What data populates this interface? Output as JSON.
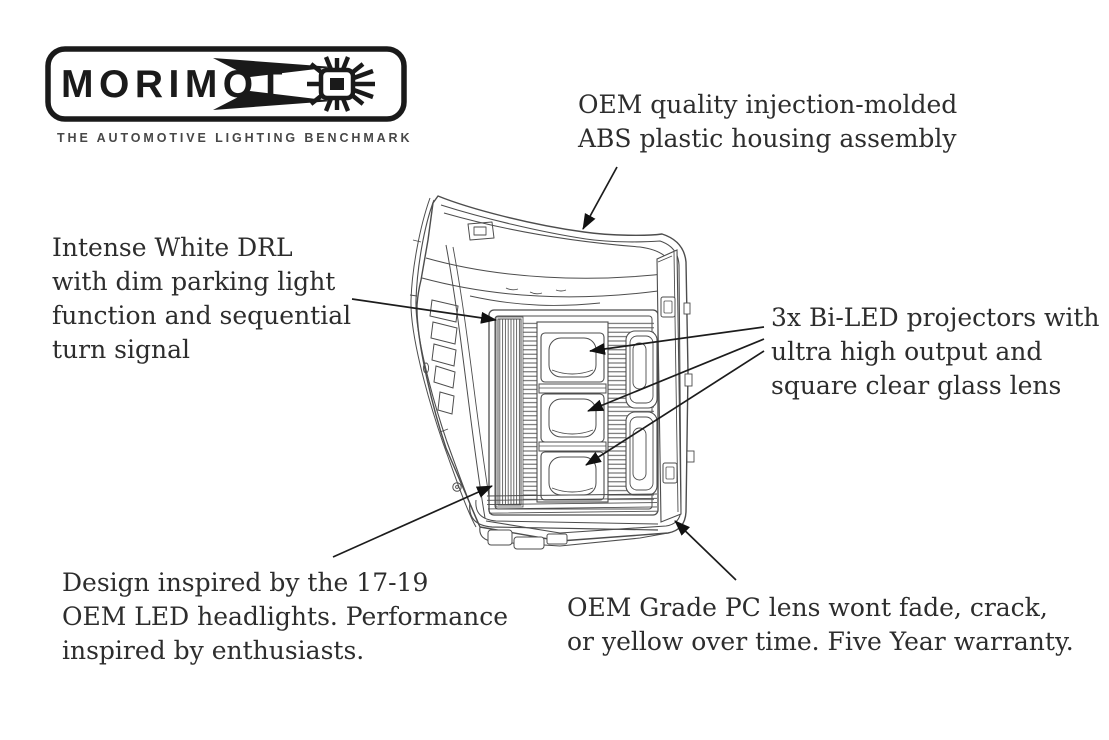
{
  "logo": {
    "brand": "MORIMOTO",
    "brand_display_prefix": "MORIMOT",
    "tagline": "THE AUTOMOTIVE LIGHTING BENCHMARK"
  },
  "annotations": {
    "housing": {
      "lines": [
        "OEM quality injection-molded",
        "ABS plastic housing assembly"
      ]
    },
    "drl": {
      "lines": [
        "Intense White DRL",
        "with dim parking light",
        "function and sequential",
        "turn signal"
      ]
    },
    "projectors": {
      "lines": [
        "3x Bi-LED projectors with",
        "ultra high output and",
        "square clear glass lens"
      ]
    },
    "design": {
      "lines": [
        "Design inspired by the 17-19",
        "OEM LED headlights. Performance",
        "inspired by enthusiasts."
      ]
    },
    "lens": {
      "lines": [
        "OEM Grade PC lens wont fade, crack,",
        "or yellow over time. Five Year warranty."
      ]
    }
  },
  "colors": {
    "ink": "#1a1a1a",
    "text": "#2d2d2d",
    "drawing_line": "#4d4d4d",
    "background": "#ffffff"
  }
}
